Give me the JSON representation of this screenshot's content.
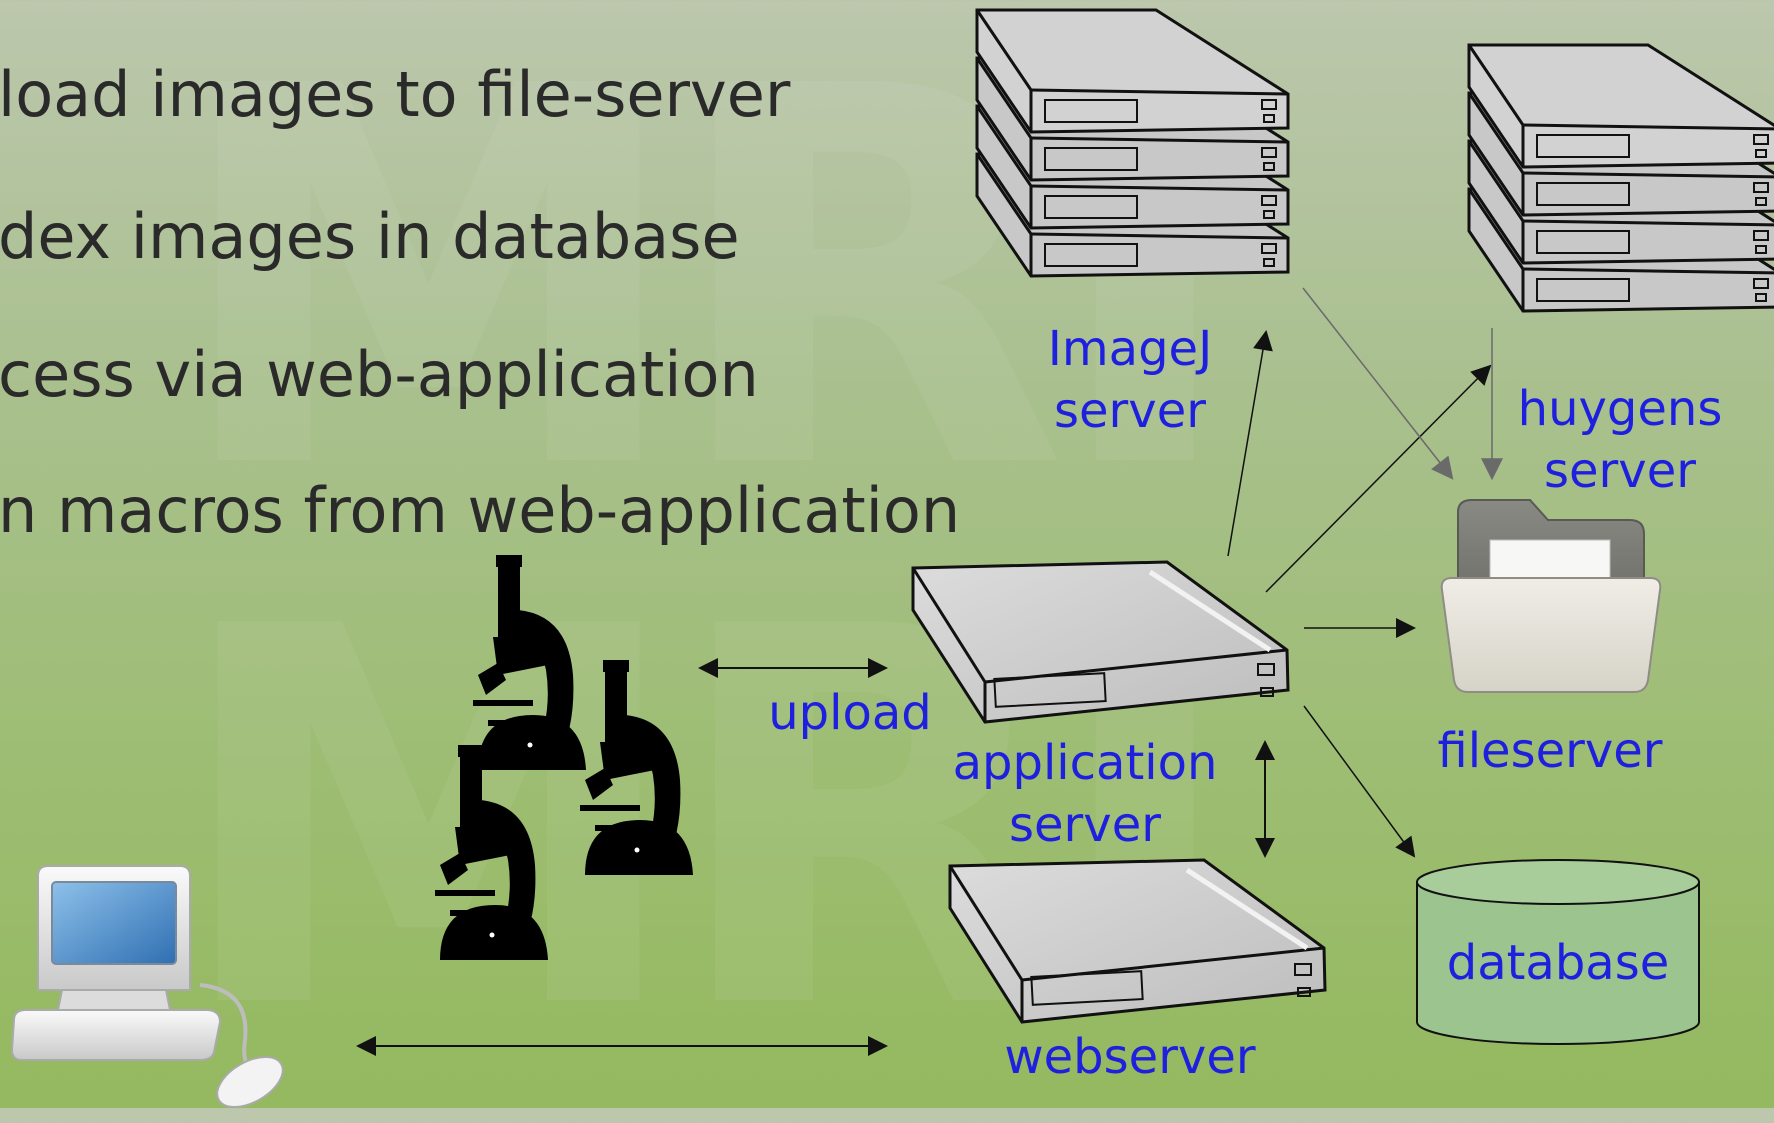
{
  "bullets": [
    "load images to file-server",
    "dex images in database",
    "cess via web-application",
    "n macros from web-application"
  ],
  "labels": {
    "imagej": [
      "ImageJ",
      "server"
    ],
    "huygens": [
      "huygens",
      "server"
    ],
    "upload": "upload",
    "application": [
      "application",
      "server"
    ],
    "fileserver": "fileserver",
    "webserver": "webserver",
    "database": "database"
  },
  "watermark": "MRI",
  "colors": {
    "label": "#1f1fe0",
    "text": "#2a2a2a",
    "arrow": "#1a1a1a",
    "arrow_gray": "#666666",
    "database_fill": "#9cc48e"
  }
}
